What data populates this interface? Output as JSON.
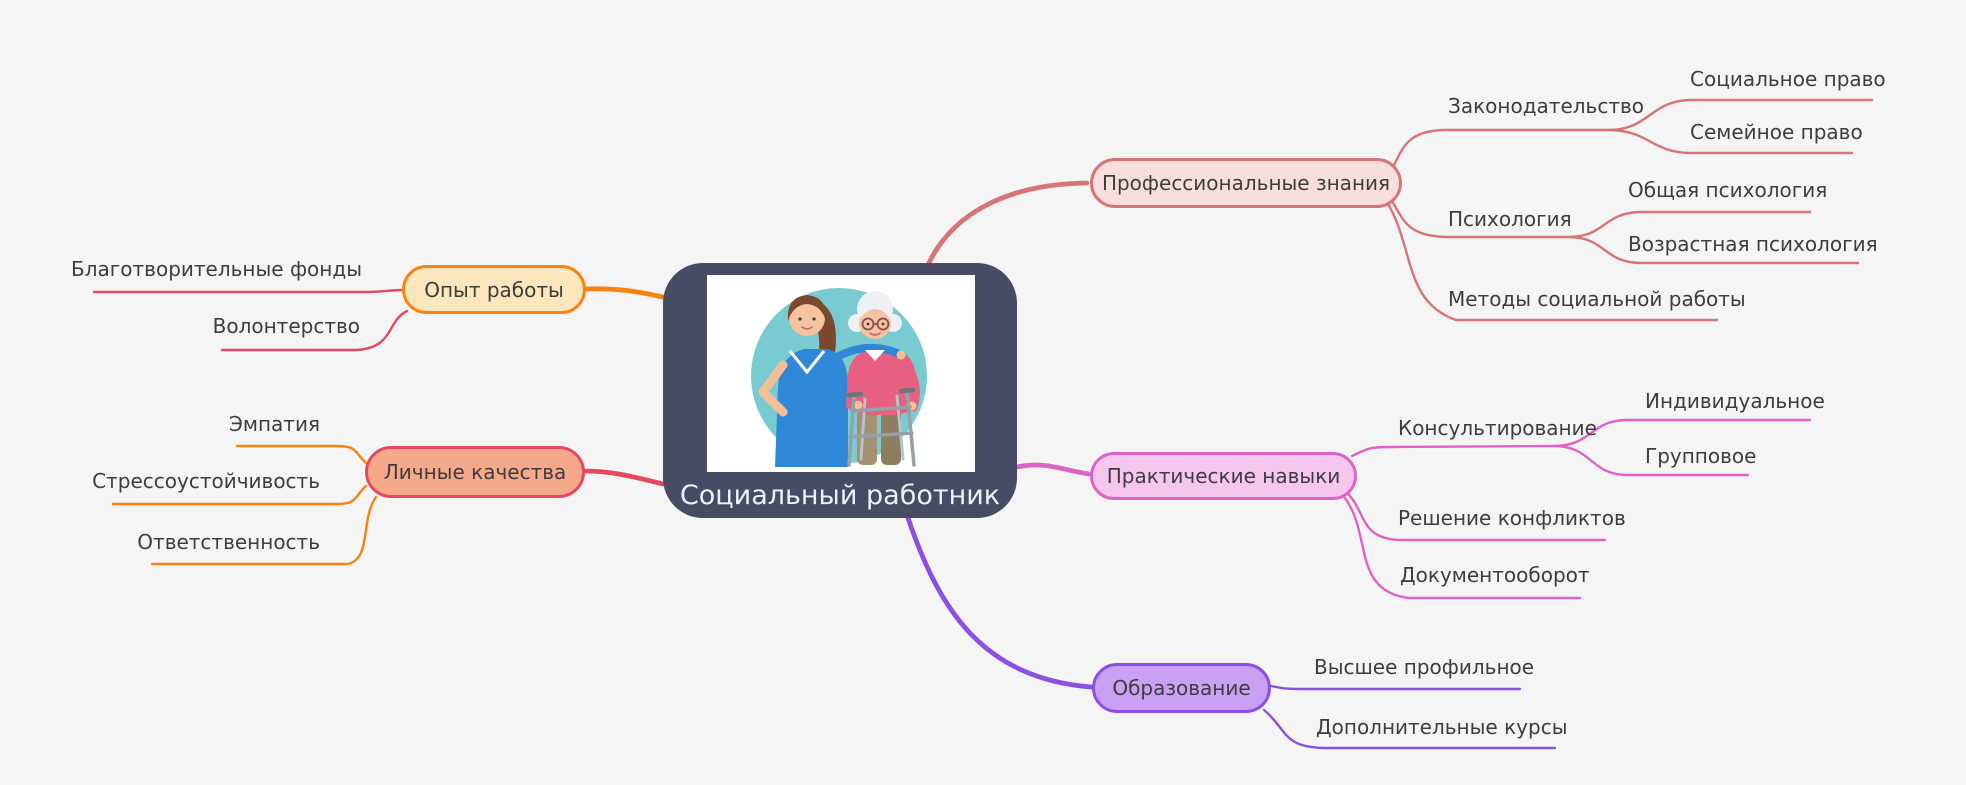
{
  "title": "Социальный работник",
  "center_image": "nurse-and-elderly-woman-illustration",
  "colors": {
    "background": "#f5f5f6",
    "center_bg": "#474b63",
    "center_text": "#eef1f9",
    "label_text": "#3d3d3d",
    "coral": "#d67476",
    "coral_fill": "#f9dede",
    "magenta": "#df63c6",
    "magenta_fill": "#f6c6ee",
    "purple": "#8b4fe3",
    "purple_fill": "#c9a0f4",
    "orange": "#f8820f",
    "orange_fill": "#fce7bd",
    "crimson": "#e74861",
    "crimson_fill": "#f6a98a",
    "teal_circle": "#79cbd1"
  },
  "branches": [
    {
      "label": "Профессиональные знания",
      "children": [
        {
          "label": "Законодательство",
          "children": [
            {
              "label": "Социальное право"
            },
            {
              "label": "Семейное право"
            }
          ]
        },
        {
          "label": "Психология",
          "children": [
            {
              "label": "Общая психология"
            },
            {
              "label": "Возрастная психология"
            }
          ]
        },
        {
          "label": "Методы социальной работы"
        }
      ]
    },
    {
      "label": "Практические навыки",
      "children": [
        {
          "label": "Консультирование",
          "children": [
            {
              "label": "Индивидуальное"
            },
            {
              "label": "Групповое"
            }
          ]
        },
        {
          "label": "Решение конфликтов"
        },
        {
          "label": "Документооборот"
        }
      ]
    },
    {
      "label": "Образование",
      "children": [
        {
          "label": "Высшее профильное"
        },
        {
          "label": "Дополнительные курсы"
        }
      ]
    },
    {
      "label": "Опыт работы",
      "children": [
        {
          "label": "Благотворительные фонды"
        },
        {
          "label": "Волонтерство"
        }
      ]
    },
    {
      "label": "Личные качества",
      "children": [
        {
          "label": "Эмпатия"
        },
        {
          "label": "Стрессоустойчивость"
        },
        {
          "label": "Ответственность"
        }
      ]
    }
  ]
}
